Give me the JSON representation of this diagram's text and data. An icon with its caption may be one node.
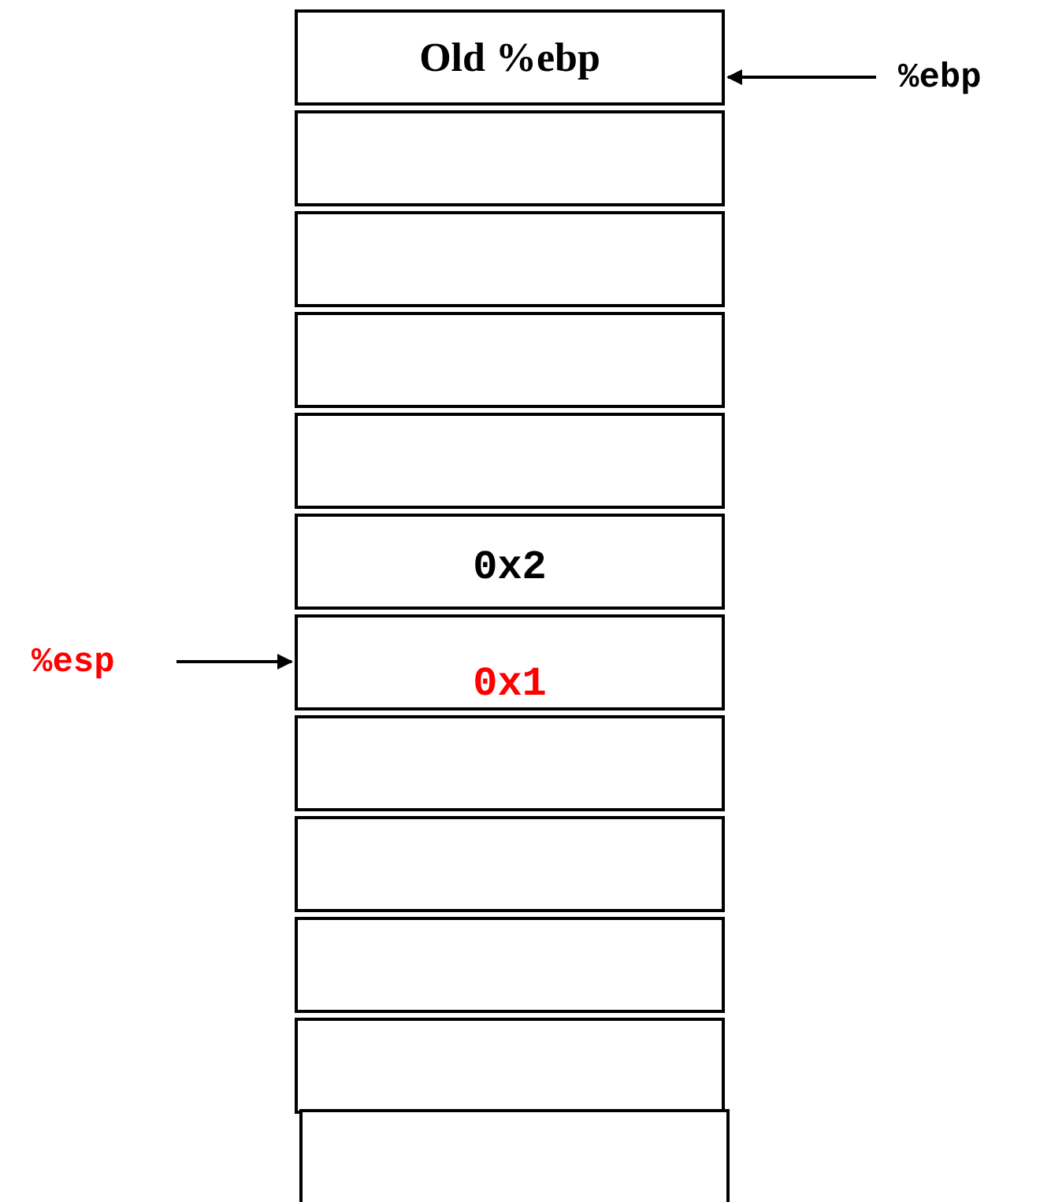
{
  "diagram": {
    "nodes": [
      {
        "text": [
          "Old %ebp"
        ]
      },
      {
        "text": [],
        "shape": "box"
      },
      {
        "text": [],
        "shape": "box"
      },
      {
        "text": [],
        "shape": "box"
      },
      {
        "text": [],
        "shape": "box"
      },
      {
        "text": [
          "0x2"
        ]
      },
      {
        "text": [
          "0x1"
        ]
      },
      {
        "text": [],
        "shape": "box"
      },
      {
        "text": [],
        "shape": "box"
      },
      {
        "text": [],
        "shape": "box"
      },
      {
        "text": [],
        "shape": "box"
      },
      {
        "text": [],
        "shape": "box"
      },
      {
        "text": [
          "%ebp"
        ]
      },
      {
        "text": [
          "%esp"
        ]
      }
    ],
    "edges": [
      {
        "from": 12,
        "to": 0,
        "arrow": "to"
      },
      {
        "from": 13,
        "to": 6,
        "arrow": "to"
      }
    ]
  }
}
